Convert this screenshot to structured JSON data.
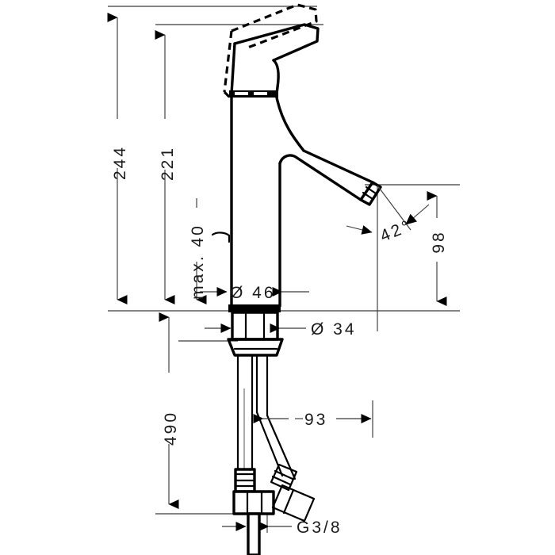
{
  "drawing": {
    "title": "Single-lever basin mixer dimensional drawing",
    "units": "mm",
    "background_color": "#ffffff",
    "line_color": "#000000",
    "dimension_line_color": "#3a3a3a"
  },
  "dimensions": {
    "overall_height": "244",
    "spout_height": "221",
    "lever_clearance": "max. 40",
    "base_diameter": "Ø 46",
    "shank_diameter": "Ø 34",
    "spout_projection": "98",
    "spout_angle": "42°",
    "hose_length": "490",
    "outlet_offset": "93",
    "thread_size": "G3/8"
  },
  "labels": [
    {
      "id": "dim-244",
      "text": "244",
      "orientation": "vertical",
      "name": "overall-height-label"
    },
    {
      "id": "dim-221",
      "text": "221",
      "orientation": "vertical",
      "name": "spout-height-label"
    },
    {
      "id": "dim-max40",
      "text": "max. 40",
      "orientation": "vertical",
      "name": "lever-clearance-label"
    },
    {
      "id": "dim-d46",
      "text": "Ø 46",
      "orientation": "horizontal",
      "name": "base-diameter-label"
    },
    {
      "id": "dim-d34",
      "text": "Ø 34",
      "orientation": "horizontal",
      "name": "shank-diameter-label"
    },
    {
      "id": "dim-98",
      "text": "98",
      "orientation": "vertical",
      "name": "spout-projection-label"
    },
    {
      "id": "dim-42deg",
      "text": "42°",
      "orientation": "rotated",
      "name": "spout-angle-label"
    },
    {
      "id": "dim-490",
      "text": "490",
      "orientation": "vertical",
      "name": "hose-length-label"
    },
    {
      "id": "dim-93",
      "text": "93",
      "orientation": "horizontal",
      "name": "outlet-offset-label"
    },
    {
      "id": "dim-g38",
      "text": "G3/8",
      "orientation": "horizontal",
      "name": "thread-size-label"
    }
  ]
}
